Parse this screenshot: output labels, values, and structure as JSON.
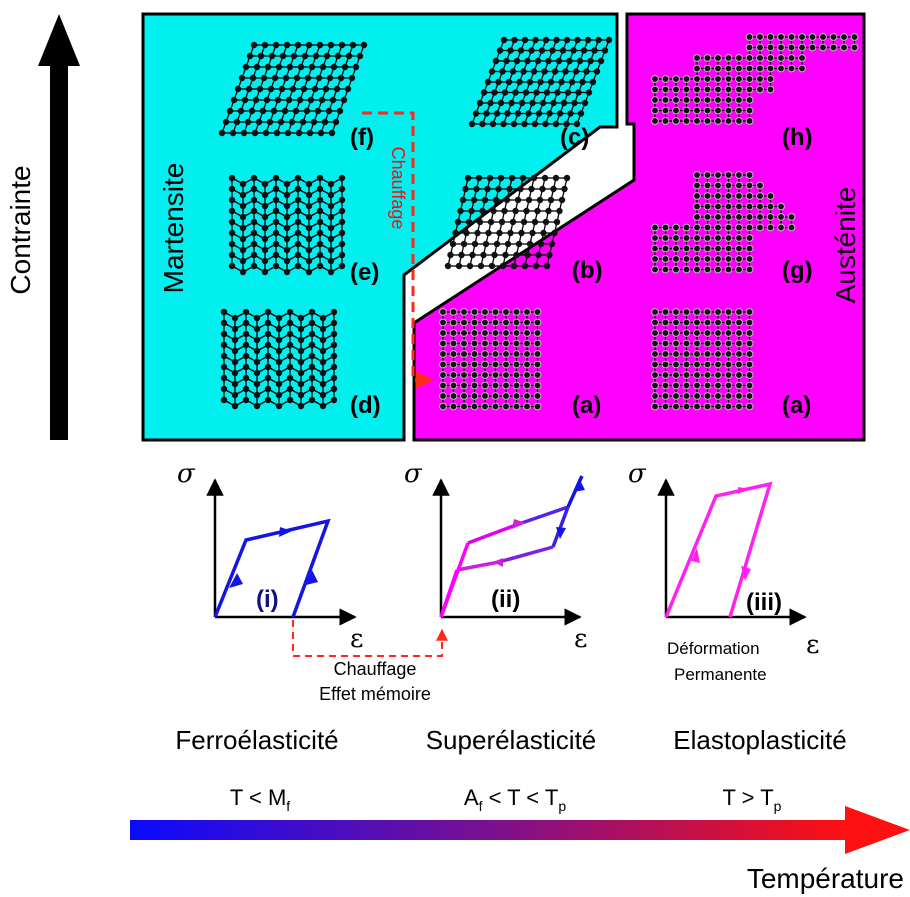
{
  "axis": {
    "stress": "Contrainte",
    "temperature": "Température"
  },
  "phases": {
    "martensite": "Martensite",
    "austenite": "Austénite"
  },
  "heating": "Chauffage",
  "lattice_labels": {
    "a": "(a)",
    "b": "(b)",
    "c": "(c)",
    "d": "(d)",
    "e": "(e)",
    "f": "(f)",
    "g": "(g)",
    "h": "(h)"
  },
  "curves": {
    "i": {
      "label": "(i)",
      "y_symbol": "σ",
      "x_symbol": "ε"
    },
    "ii": {
      "label": "(ii)",
      "y_symbol": "σ",
      "x_symbol": "ε"
    },
    "iii": {
      "label": "(iii)",
      "y_symbol": "σ",
      "x_symbol": "ε",
      "note_1": "Déformation",
      "note_2": "Permanente"
    }
  },
  "memory": {
    "line1": "Chauffage",
    "line2": "Effet mémoire"
  },
  "regimes": {
    "ferro": "Ferroélasticité",
    "super": "Superélasticité",
    "elasto": "Elastoplasticité"
  },
  "temps": {
    "t1": {
      "a": "T < M",
      "a_sub": "f"
    },
    "t2": {
      "a": "A",
      "a_sub": "f",
      "b": " < T < T",
      "b_sub": "p"
    },
    "t3": {
      "a": "T > T",
      "a_sub": "p"
    }
  },
  "colors": {
    "cyan": "#00f0f0",
    "magenta": "#ff00ff",
    "blue": "#1010e0",
    "red": "#ee1111",
    "black": "#000000",
    "dashed_red": "#ff2a1a"
  }
}
